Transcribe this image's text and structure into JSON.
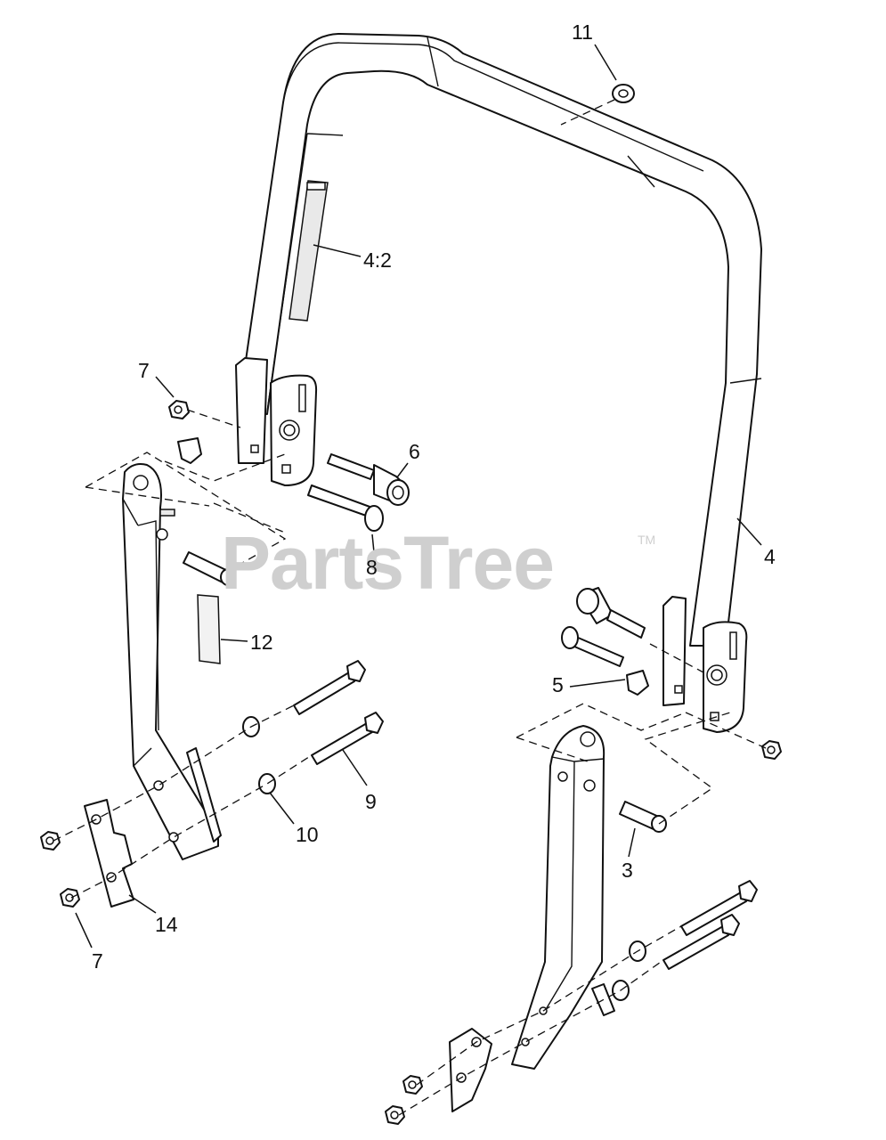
{
  "watermark": {
    "text": "PartsTree",
    "trademark": "TM"
  },
  "callouts": {
    "c11": "11",
    "c4_2": "4:2",
    "c7_top": "7",
    "c6": "6",
    "c4": "4",
    "c8": "8",
    "c12": "12",
    "c5": "5",
    "c9": "9",
    "c10": "10",
    "c3": "3",
    "c14": "14",
    "c7_bottom": "7"
  }
}
